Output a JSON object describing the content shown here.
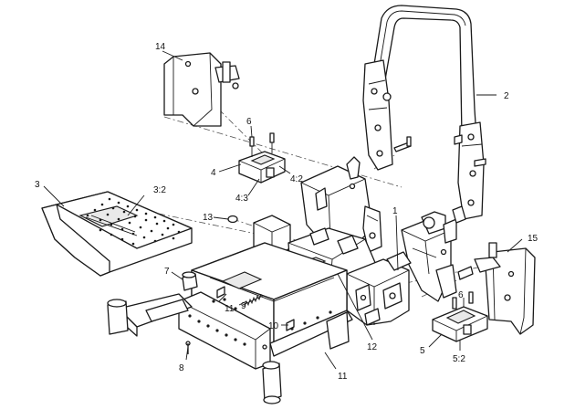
{
  "callouts": {
    "c1": "1",
    "c2": "2",
    "c3": "3",
    "c3_2": "3:2",
    "c4": "4",
    "c4_2": "4:2",
    "c4_3": "4:3",
    "c5": "5",
    "c5_2": "5:2",
    "c6a": "6",
    "c6b": "6",
    "c7": "7",
    "c8": "8",
    "c9": "9",
    "c10": "10",
    "c11a": "11",
    "c11b": "11",
    "c12": "12",
    "c13": "13",
    "c14": "14",
    "c15": "15"
  },
  "colors": {
    "line": "#1a1a1a",
    "background": "#ffffff"
  }
}
